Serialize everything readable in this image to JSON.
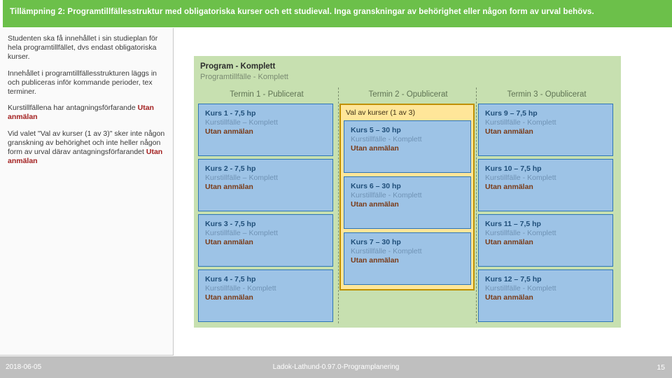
{
  "banner": {
    "title": "Tillämpning 2: Programtillfällesstruktur med obligatoriska kurser och ett studieval. Inga granskningar av behörighet eller någon form av urval behövs.",
    "color": "#6cc04a"
  },
  "left_panel": {
    "paragraphs": [
      {
        "parts": [
          {
            "text": "Studenten ska få innehållet i sin studieplan för hela programtillfället, dvs endast obligatoriska kurser.",
            "style": "normal"
          }
        ]
      },
      {
        "parts": [
          {
            "text": "Innehållet i programtillfällesstrukturen läggs in och publiceras inför kommande perioder, tex terminer.",
            "style": "normal"
          }
        ]
      },
      {
        "parts": [
          {
            "text": "Kurstillfällena har antagningsförfarande ",
            "style": "normal"
          },
          {
            "text": "Utan anmälan",
            "style": "redbold"
          }
        ]
      },
      {
        "parts": [
          {
            "text": "Vid valet \"Val av kurser (1 av 3)\" sker inte någon granskning av behörighet och inte heller någon form av urval därav antagningsförfarandet ",
            "style": "normal"
          },
          {
            "text": "Utan anmälan",
            "style": "redbold"
          }
        ]
      }
    ]
  },
  "program": {
    "title": "Program - Komplett",
    "subtitle": "Programtillfälle - Komplett",
    "panel_color": "#c7e0b0",
    "columns": [
      {
        "header": "Termin 1 - Publicerat",
        "courses": [
          {
            "title": "Kurs 1 - 7,5 hp",
            "subtitle": "Kurstillfälle – Komplett",
            "note": "Utan anmälan"
          },
          {
            "title": "Kurs 2 - 7,5 hp",
            "subtitle": "Kurstillfälle – Komplett",
            "note": "Utan anmälan"
          },
          {
            "title": "Kurs 3 - 7,5 hp",
            "subtitle": "Kurstillfälle – Komplett",
            "note": "Utan anmälan"
          },
          {
            "title": "Kurs 4 - 7,5 hp",
            "subtitle": "Kurstillfälle - Komplett",
            "note": "Utan anmälan"
          }
        ]
      },
      {
        "header": "Termin 2 - Opublicerat",
        "choice_label": "Val av kurser (1 av 3)",
        "choice_color": "#ffe699",
        "courses": [
          {
            "title": "Kurs 5 – 30 hp",
            "subtitle": "Kurstillfälle - Komplett",
            "note": "Utan anmälan"
          },
          {
            "title": "Kurs 6 – 30 hp",
            "subtitle": "Kurstillfälle - Komplett",
            "note": "Utan anmälan"
          },
          {
            "title": "Kurs 7 – 30 hp",
            "subtitle": "Kurstillfälle - Komplett",
            "note": "Utan anmälan"
          }
        ]
      },
      {
        "header": "Termin 3 - Opublicerat",
        "courses": [
          {
            "title": "Kurs 9 – 7,5 hp",
            "subtitle": "Kurstillfälle - Komplett",
            "note": "Utan anmälan"
          },
          {
            "title": "Kurs 10 – 7,5 hp",
            "subtitle": "Kurstillfälle - Komplett",
            "note": "Utan anmälan"
          },
          {
            "title": "Kurs 11 – 7,5 hp",
            "subtitle": "Kurstillfälle - Komplett",
            "note": "Utan anmälan"
          },
          {
            "title": "Kurs 12 – 7,5 hp",
            "subtitle": "Kurstillfälle - Komplett",
            "note": "Utan anmälan"
          }
        ]
      }
    ]
  },
  "footer": {
    "date": "2018-06-05",
    "center": "Ladok-Lathund-0.97.0-Programplanering",
    "page": "15"
  }
}
